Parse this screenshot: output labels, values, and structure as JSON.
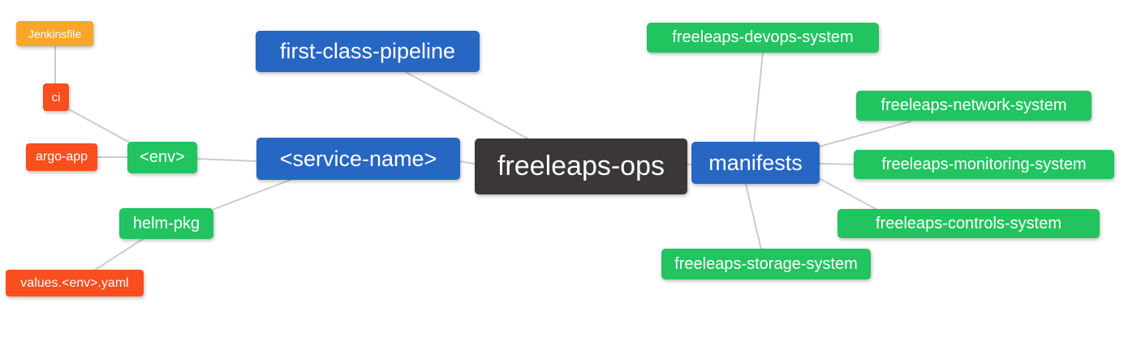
{
  "diagram": {
    "root_label": "freeleaps-ops",
    "colors": {
      "blue": "#2767c4",
      "green": "#21c45f",
      "orange": "#f9a62b",
      "red": "#fa4e1f",
      "dark": "#3b3737",
      "edge": "#cccccc",
      "background": "#ffffff",
      "text": "#ffffff"
    },
    "nodes": [
      {
        "id": "jenkinsfile",
        "label": "Jenkinsfile",
        "color": "orange"
      },
      {
        "id": "ci",
        "label": "ci",
        "color": "red"
      },
      {
        "id": "argo-app",
        "label": "argo-app",
        "color": "red"
      },
      {
        "id": "env",
        "label": "<env>",
        "color": "green"
      },
      {
        "id": "helm-pkg",
        "label": "helm-pkg",
        "color": "green"
      },
      {
        "id": "values-env-yaml",
        "label": "values.<env>.yaml",
        "color": "red"
      },
      {
        "id": "first-class-pipeline",
        "label": "first-class-pipeline",
        "color": "blue"
      },
      {
        "id": "service-name",
        "label": "<service-name>",
        "color": "blue"
      },
      {
        "id": "freeleaps-ops",
        "label": "freeleaps-ops",
        "color": "dark"
      },
      {
        "id": "manifests",
        "label": "manifests",
        "color": "blue"
      },
      {
        "id": "freeleaps-devops-system",
        "label": "freeleaps-devops-system",
        "color": "green"
      },
      {
        "id": "freeleaps-network-system",
        "label": "freeleaps-network-system",
        "color": "green"
      },
      {
        "id": "freeleaps-monitoring-system",
        "label": "freeleaps-monitoring-system",
        "color": "green"
      },
      {
        "id": "freeleaps-controls-system",
        "label": "freeleaps-controls-system",
        "color": "green"
      },
      {
        "id": "freeleaps-storage-system",
        "label": "freeleaps-storage-system",
        "color": "green"
      }
    ],
    "edges": [
      {
        "from": "jenkinsfile",
        "to": "ci"
      },
      {
        "from": "ci",
        "to": "env"
      },
      {
        "from": "argo-app",
        "to": "env"
      },
      {
        "from": "env",
        "to": "service-name"
      },
      {
        "from": "service-name",
        "to": "helm-pkg"
      },
      {
        "from": "helm-pkg",
        "to": "values-env-yaml"
      },
      {
        "from": "first-class-pipeline",
        "to": "freeleaps-ops"
      },
      {
        "from": "service-name",
        "to": "freeleaps-ops"
      },
      {
        "from": "freeleaps-ops",
        "to": "manifests"
      },
      {
        "from": "manifests",
        "to": "freeleaps-devops-system"
      },
      {
        "from": "manifests",
        "to": "freeleaps-network-system"
      },
      {
        "from": "manifests",
        "to": "freeleaps-monitoring-system"
      },
      {
        "from": "manifests",
        "to": "freeleaps-controls-system"
      },
      {
        "from": "manifests",
        "to": "freeleaps-storage-system"
      }
    ]
  }
}
